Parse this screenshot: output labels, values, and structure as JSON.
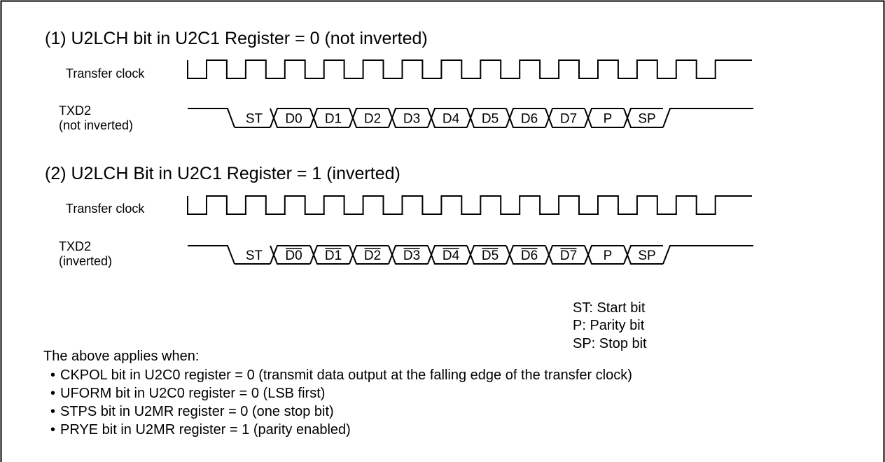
{
  "sections": [
    {
      "title": "(1) U2LCH bit in U2C1 Register = 0 (not inverted)",
      "clock_label": "Transfer clock",
      "data_label_line1": "TXD2",
      "data_label_line2": "(not inverted)",
      "cells": [
        "ST",
        "D0",
        "D1",
        "D2",
        "D3",
        "D4",
        "D5",
        "D6",
        "D7",
        "P",
        "SP"
      ],
      "overlined": [
        false,
        false,
        false,
        false,
        false,
        false,
        false,
        false,
        false,
        false,
        false
      ]
    },
    {
      "title": "(2) U2LCH Bit in U2C1 Register = 1 (inverted)",
      "clock_label": "Transfer clock",
      "data_label_line1": "TXD2",
      "data_label_line2": "(inverted)",
      "cells": [
        "ST",
        "D0",
        "D1",
        "D2",
        "D3",
        "D4",
        "D5",
        "D6",
        "D7",
        "P",
        "SP"
      ],
      "overlined": [
        false,
        true,
        true,
        true,
        true,
        true,
        true,
        true,
        true,
        false,
        false
      ]
    }
  ],
  "legend": [
    "ST: Start bit",
    "P: Parity bit",
    "SP: Stop bit"
  ],
  "notes_intro": "The above applies when:",
  "notes": [
    "CKPOL bit in U2C0 register = 0 (transmit data output at the falling edge of the transfer clock)",
    "UFORM bit in U2C0 register = 0 (LSB first)",
    "STPS bit in U2MR register = 0 (one stop bit)",
    "PRYE bit in U2MR register = 1 (parity enabled)"
  ],
  "bullet": "•"
}
